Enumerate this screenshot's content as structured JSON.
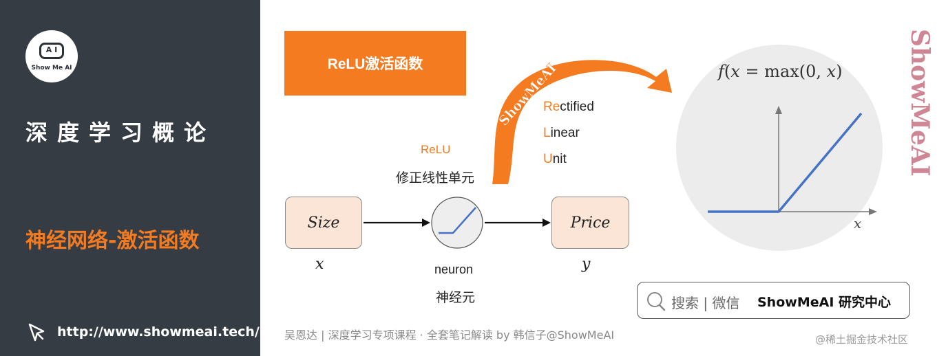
{
  "sidebar": {
    "logo_face_text": "A I",
    "logo_text": "Show Me AI",
    "title": "深度学习概论",
    "subtitle": "神经网络-激活函数",
    "url": "http://www.showmeai.tech/"
  },
  "banner": {
    "label": "ReLU激活函数"
  },
  "arrow_watermark": "ShowMeAI",
  "relu": {
    "label_en": "ReLU",
    "label_zh": "修正线性单元"
  },
  "acronym": [
    {
      "highlight": "Re",
      "rest": "ctified"
    },
    {
      "highlight": "L",
      "rest": "inear"
    },
    {
      "highlight": "U",
      "rest": "nit"
    }
  ],
  "inputs": {
    "box_label": "Size",
    "var": "x"
  },
  "outputs": {
    "box_label": "Price",
    "var": "y"
  },
  "neuron": {
    "label_en": "neuron",
    "label_zh": "神经元"
  },
  "graph": {
    "formula_f": "f",
    "formula_x": "x",
    "formula_mid": " = max(0, ",
    "formula_end": ")",
    "x_axis_label": "x",
    "line_color": "#4472c4"
  },
  "vertical_watermark": "ShowMeAI",
  "search": {
    "text": "搜索 | 微信",
    "brand": "ShowMeAI 研究中心"
  },
  "footer": {
    "credit": "吴恩达 | 深度学习专项课程 · 全套笔记解读  by 韩信子@ShowMeAI",
    "source": "@稀土掘金技术社区"
  },
  "colors": {
    "accent": "#f47b20",
    "sidebar_bg": "#363c44",
    "box_bg": "#fbe5d6"
  }
}
